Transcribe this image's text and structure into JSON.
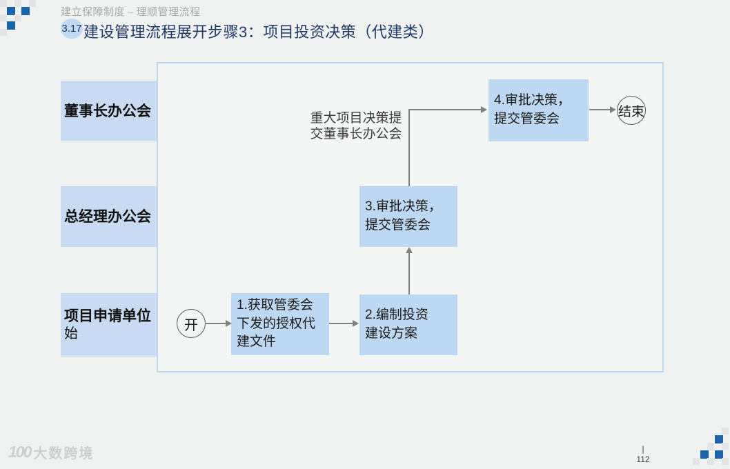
{
  "slide": {
    "breadcrumb": "建立保障制度 – 理顺管理流程",
    "section_badge": "3.17",
    "title": "建设管理流程展开步骤3：项目投资决策（代建类）",
    "footer": {
      "divider": "|",
      "page_number": "112"
    },
    "watermark": {
      "icon_text": "100",
      "brand": "大数跨境"
    }
  },
  "colors": {
    "accent_blue": "#1b64ab",
    "lane_fill": "#c8dbf2",
    "box_fill": "#bdd8f2",
    "frame_border": "#bdd7ee",
    "title_navy": "#1f3864",
    "connector_grey": "#7f7f7f",
    "background": "#f0f1f1"
  },
  "lanes": [
    {
      "label": "董事长办公会"
    },
    {
      "label": "总经理办公会"
    },
    {
      "label": "项目申请单位",
      "overflow_text": "始"
    }
  ],
  "flow": {
    "start": "开",
    "end": "结束",
    "annotation_lines": [
      "重大项目决策提",
      "交董事长办公会"
    ],
    "steps": [
      {
        "number": "1.",
        "lines": [
          "获取管委会",
          "下发的授权代",
          "建文件"
        ]
      },
      {
        "number": "2.",
        "lines": [
          "编制投资",
          "建设方案"
        ]
      },
      {
        "number": "3.",
        "lines": [
          "审批决策，",
          "提交管委会"
        ]
      },
      {
        "number": "4.",
        "lines": [
          "审批决策，",
          "提交管委会"
        ]
      }
    ]
  }
}
